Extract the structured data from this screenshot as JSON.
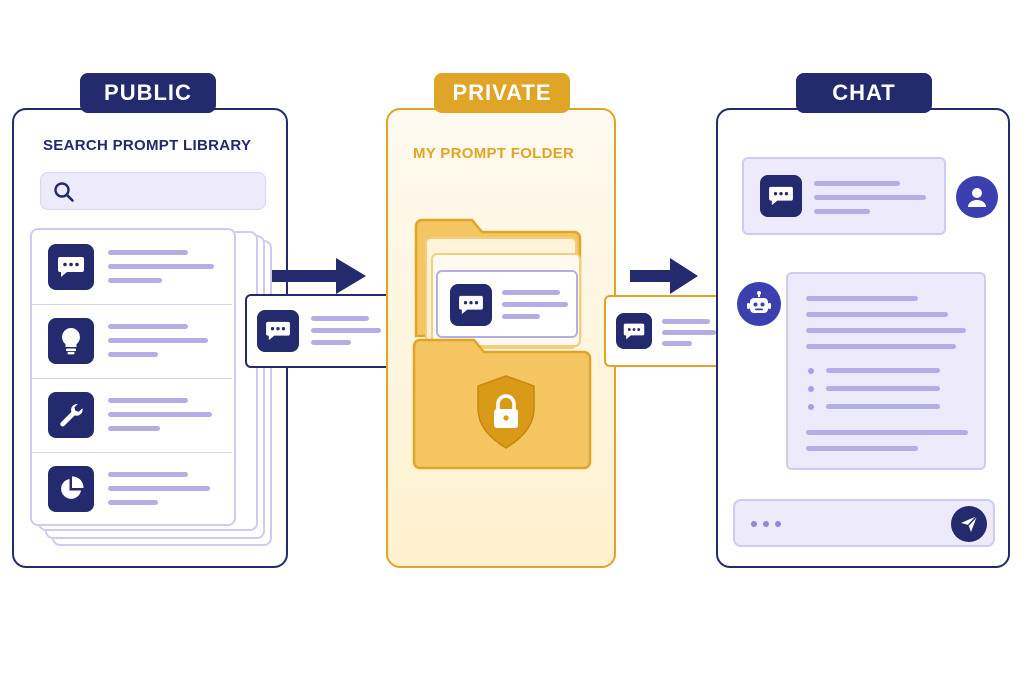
{
  "sections": {
    "public": {
      "tab": "PUBLIC",
      "subtitle": "SEARCH PROMPT LIBRARY"
    },
    "private": {
      "tab": "PRIVATE",
      "subtitle": "MY PROMPT FOLDER"
    },
    "chat": {
      "tab": "CHAT"
    }
  },
  "library_icons": [
    "chat-bubble-icon",
    "lightbulb-icon",
    "wrench-icon",
    "pie-chart-icon"
  ],
  "icons": {
    "search": "search-icon",
    "lock": "shield-lock-icon",
    "user": "user-avatar-icon",
    "bot": "robot-icon",
    "send": "send-icon",
    "typing": "ellipsis-icon"
  },
  "colors": {
    "navy": "#232a6e",
    "gold": "#e0a526",
    "lavender": "#b4aee6",
    "light_lavender": "#eceafb"
  }
}
